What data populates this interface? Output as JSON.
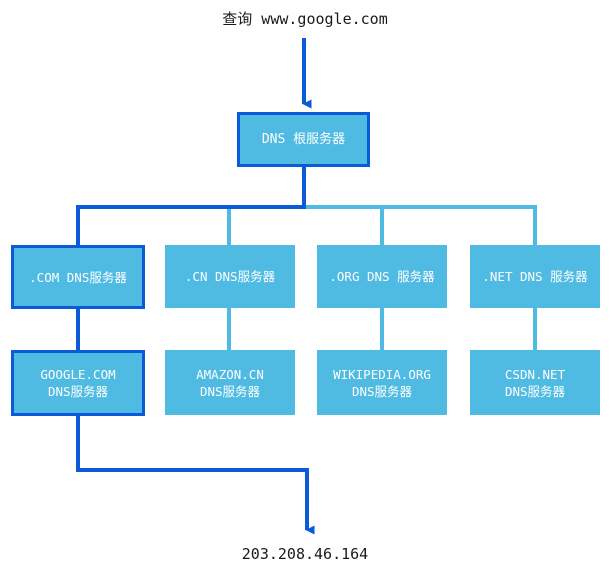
{
  "diagram": {
    "title_text": "查询 www.google.com",
    "result_text": "203.208.46.164",
    "colors": {
      "node_fill": "#4fbbe3",
      "highlight_stroke": "#0b5bd8",
      "normal_connector": "#4fbbe3",
      "highlight_connector": "#0b5bd8",
      "node_text": "#ffffff",
      "label_text": "#1a1a1a",
      "background": "#ffffff"
    },
    "nodes": {
      "root": {
        "label": "DNS 根服务器",
        "highlighted": true
      },
      "com": {
        "label": ".COM DNS服务器",
        "highlighted": true
      },
      "cn": {
        "label": ".CN DNS服务器",
        "highlighted": false
      },
      "org": {
        "label": ".ORG DNS 服务器",
        "highlighted": false
      },
      "net": {
        "label": ".NET DNS 服务器",
        "highlighted": false
      },
      "google": {
        "label": "GOOGLE.COM\nDNS服务器",
        "highlighted": true
      },
      "amazon": {
        "label": "AMAZON.CN\nDNS服务器",
        "highlighted": false
      },
      "wikipedia": {
        "label": "WIKIPEDIA.ORG\nDNS服务器",
        "highlighted": false
      },
      "csdn": {
        "label": "CSDN.NET\nDNS服务器",
        "highlighted": false
      }
    }
  }
}
